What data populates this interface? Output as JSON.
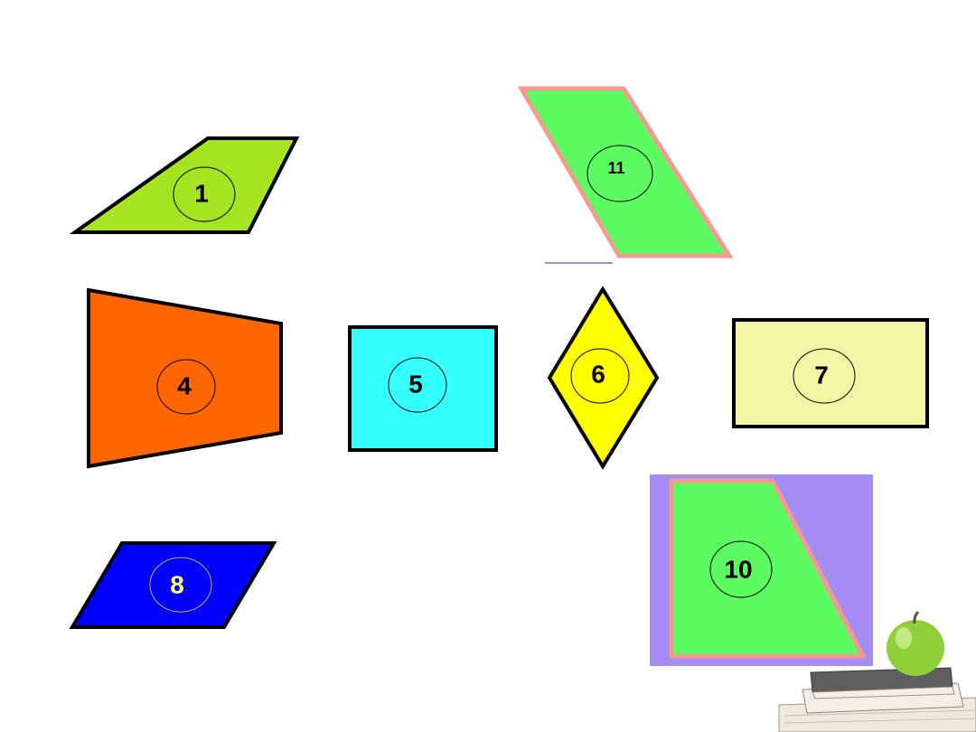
{
  "shapes": [
    {
      "id": "1",
      "label": "1",
      "fill": "#a6e422",
      "stroke": "#000000",
      "label_color": "#000000",
      "kind": "trapezoid"
    },
    {
      "id": "11",
      "label": "11",
      "fill": "#5cfb62",
      "stroke": "#f59a8e",
      "label_color": "#000000",
      "kind": "parallelogram"
    },
    {
      "id": "4",
      "label": "4",
      "fill": "#ff6600",
      "stroke": "#000000",
      "label_color": "#000000",
      "kind": "trapezoid"
    },
    {
      "id": "5",
      "label": "5",
      "fill": "#33ffff",
      "stroke": "#000000",
      "label_color": "#000000",
      "kind": "square"
    },
    {
      "id": "6",
      "label": "6",
      "fill": "#ffff00",
      "stroke": "#000000",
      "label_color": "#000000",
      "kind": "rhombus"
    },
    {
      "id": "7",
      "label": "7",
      "fill": "#f2f7a6",
      "stroke": "#000000",
      "label_color": "#000000",
      "kind": "rectangle"
    },
    {
      "id": "8",
      "label": "8",
      "fill": "#0000ff",
      "stroke": "#000000",
      "label_color": "#ffff66",
      "kind": "parallelogram"
    },
    {
      "id": "10",
      "label": "10",
      "fill": "#5cfb62",
      "stroke": "#f59a8e",
      "label_color": "#000000",
      "kind": "right-trapezoid",
      "backdrop": "#a58cf3"
    }
  ],
  "decoration": {
    "apple_color": "#8fcf3a",
    "books_color": "#6b6b6b"
  }
}
